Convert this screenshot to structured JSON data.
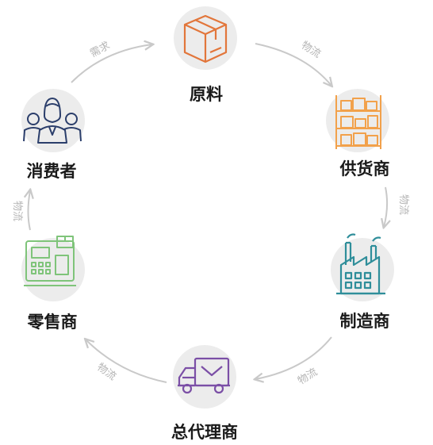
{
  "nodes": [
    {
      "id": "raw-material",
      "label": "原料",
      "icon": "package-box-icon",
      "color": "#e2763b"
    },
    {
      "id": "supplier",
      "label": "供货商",
      "icon": "warehouse-shelf-icon",
      "color": "#f2a14b"
    },
    {
      "id": "manufacturer",
      "label": "制造商",
      "icon": "factory-icon",
      "color": "#2f8e9a"
    },
    {
      "id": "general-agent",
      "label": "总代理商",
      "icon": "delivery-truck-icon",
      "color": "#7b4fa6"
    },
    {
      "id": "retailer",
      "label": "零售商",
      "icon": "cash-register-icon",
      "color": "#7fc47a"
    },
    {
      "id": "consumer",
      "label": "消费者",
      "icon": "people-group-icon",
      "color": "#2b3e6b"
    }
  ],
  "edges": [
    {
      "from": "consumer",
      "to": "raw-material",
      "label": "需求"
    },
    {
      "from": "raw-material",
      "to": "supplier",
      "label": "物流"
    },
    {
      "from": "supplier",
      "to": "manufacturer",
      "label": "物流"
    },
    {
      "from": "manufacturer",
      "to": "general-agent",
      "label": "物流"
    },
    {
      "from": "general-agent",
      "to": "retailer",
      "label": "物流"
    },
    {
      "from": "retailer",
      "to": "consumer",
      "label": "物流"
    }
  ]
}
